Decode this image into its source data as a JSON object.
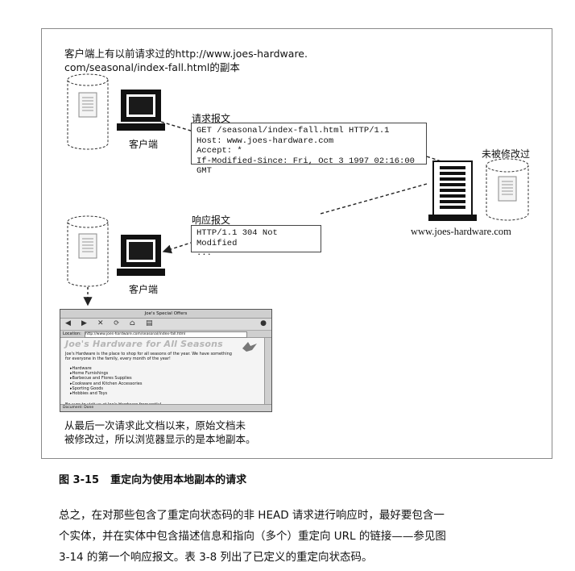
{
  "figure": {
    "note_top_line1": "客户端上有以前请求过的http://www.joes-hardware.",
    "note_top_line2": "com/seasonal/index-fall.html的副本",
    "client_label_top": "客户端",
    "client_label_bottom": "客户端",
    "request": {
      "title": "请求报文",
      "lines": [
        "GET /seasonal/index-fall.html HTTP/1.1",
        "Host: www.joes-hardware.com",
        "Accept: *",
        "If-Modified-Since: Fri, Oct 3 1997 02:16:00 GMT"
      ]
    },
    "response": {
      "title": "响应报文",
      "lines": [
        "HTTP/1.1 304 Not Modified",
        "..."
      ]
    },
    "server_label": "www.joes-hardware.com",
    "server_note": "未被修改过",
    "browser": {
      "window_title": "Joe's Special Offers",
      "location_label": "Location:",
      "url": "http://www.joes-hardware.com/seasonal/index-fall.html",
      "heading": "Joe's Hardware for All Seasons",
      "intro": "Joe's Hardware is the place to shop for all seasons of the year. We have something for everyone in the family, every month of the year!",
      "items": [
        "Hardware",
        "Home Furnishings",
        "Barbecue and Flores Supplies",
        "Cookware and Kitchen Accessories",
        "Sporting Goods",
        "Hobbies and Toys"
      ],
      "footer": "Be sure to visit us at Joe's Hardware frequently!",
      "status": "Document: Done"
    },
    "bottom_note_line1": "从最后一次请求此文档以来，原始文档未",
    "bottom_note_line2": "被修改过，所以浏览器显示的是本地副本。"
  },
  "caption": {
    "number": "图 3-15",
    "title": "重定向为使用本地副本的请求"
  },
  "paragraph": {
    "line1": "总之，在对那些包含了重定向状态码的非 HEAD 请求进行响应时，最好要包含一",
    "line2": "个实体，并在实体中包含描述信息和指向（多个）重定向 URL 的链接——参见图",
    "line3": "3-14 的第一个响应报文。表 3-8 列出了已定义的重定向状态码。"
  }
}
